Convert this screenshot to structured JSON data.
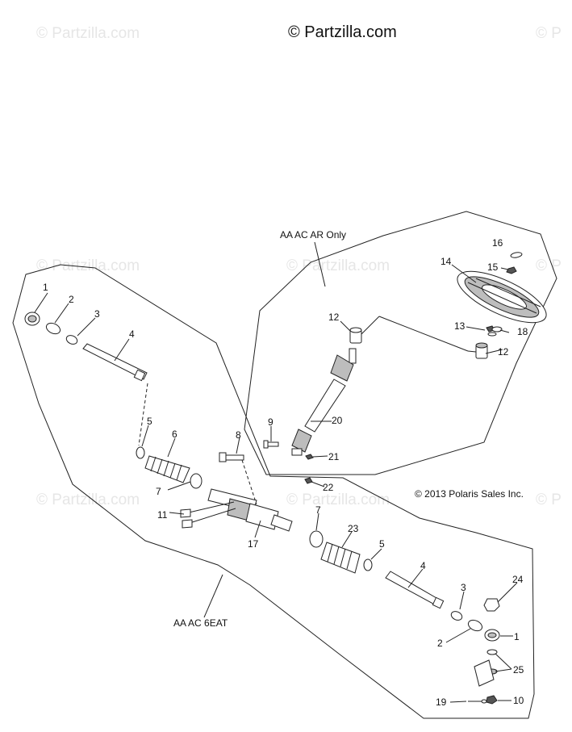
{
  "watermark": {
    "main": "© Partzilla.com",
    "tile": "© Partzilla.com",
    "tile_clipped_left": "© P"
  },
  "labels": {
    "top_group": "AA AC AR Only",
    "bottom_group": "AA AC 6EAT",
    "copyright": "© 2013 Polaris Sales Inc."
  },
  "callouts": [
    {
      "id": "c1a",
      "text": "1"
    },
    {
      "id": "c2a",
      "text": "2"
    },
    {
      "id": "c3a",
      "text": "3"
    },
    {
      "id": "c4a",
      "text": "4"
    },
    {
      "id": "c5a",
      "text": "5"
    },
    {
      "id": "c6",
      "text": "6"
    },
    {
      "id": "c7a",
      "text": "7"
    },
    {
      "id": "c8",
      "text": "8"
    },
    {
      "id": "c9",
      "text": "9"
    },
    {
      "id": "c11",
      "text": "11"
    },
    {
      "id": "c12a",
      "text": "12"
    },
    {
      "id": "c12b",
      "text": "12"
    },
    {
      "id": "c13",
      "text": "13"
    },
    {
      "id": "c14",
      "text": "14"
    },
    {
      "id": "c15",
      "text": "15"
    },
    {
      "id": "c16",
      "text": "16"
    },
    {
      "id": "c17",
      "text": "17"
    },
    {
      "id": "c18",
      "text": "18"
    },
    {
      "id": "c20",
      "text": "20"
    },
    {
      "id": "c21",
      "text": "21"
    },
    {
      "id": "c22",
      "text": "22"
    },
    {
      "id": "c7b",
      "text": "7"
    },
    {
      "id": "c23",
      "text": "23"
    },
    {
      "id": "c5b",
      "text": "5"
    },
    {
      "id": "c4b",
      "text": "4"
    },
    {
      "id": "c3b",
      "text": "3"
    },
    {
      "id": "c24",
      "text": "24"
    },
    {
      "id": "c2b",
      "text": "2"
    },
    {
      "id": "c1b",
      "text": "1"
    },
    {
      "id": "c25",
      "text": "25"
    },
    {
      "id": "c19",
      "text": "19"
    },
    {
      "id": "c10",
      "text": "10"
    }
  ]
}
